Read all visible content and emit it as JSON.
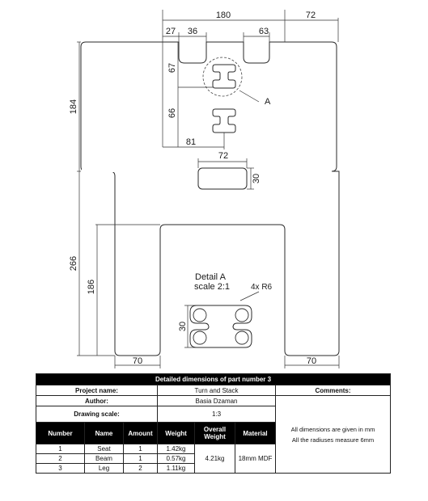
{
  "drawing": {
    "dimensions": {
      "width_top": "180",
      "offset_right": "72",
      "slot_left": "27",
      "slot_width": "36",
      "slot_right": "63",
      "top_height": "184",
      "slot_depth": "67",
      "slot_gap": "66",
      "slot_center": "81",
      "handle_width": "72",
      "handle_height": "30",
      "total_height": "266",
      "leg_height": "186",
      "leg_left": "70",
      "leg_right": "70"
    },
    "detail_ref": "A",
    "detail_title": "Detail A",
    "detail_scale": "scale 2:1",
    "radius_note": "4x R6",
    "detail_height": "30"
  },
  "table": {
    "title": "Detailed dimensions of part number 3",
    "project_label": "Project name:",
    "project_value": "Turn and Stack",
    "comments_label": "Comments:",
    "author_label": "Author:",
    "author_value": "Basia Dzaman",
    "scale_label": "Drawing scale:",
    "scale_value": "1:3",
    "columns": [
      "Number",
      "Name",
      "Amount",
      "Weight",
      "Overall Weight",
      "Material"
    ],
    "rows": [
      {
        "number": "1",
        "name": "Seat",
        "amount": "1",
        "weight": "1.42kg"
      },
      {
        "number": "2",
        "name": "Beam",
        "amount": "1",
        "weight": "0.57kg"
      },
      {
        "number": "3",
        "name": "Leg",
        "amount": "2",
        "weight": "1.11kg"
      }
    ],
    "overall_weight": "4.21kg",
    "material": "18mm MDF",
    "comment_line1": "All dimensions are given in mm",
    "comment_line2": "All the radiuses measure 6mm"
  }
}
